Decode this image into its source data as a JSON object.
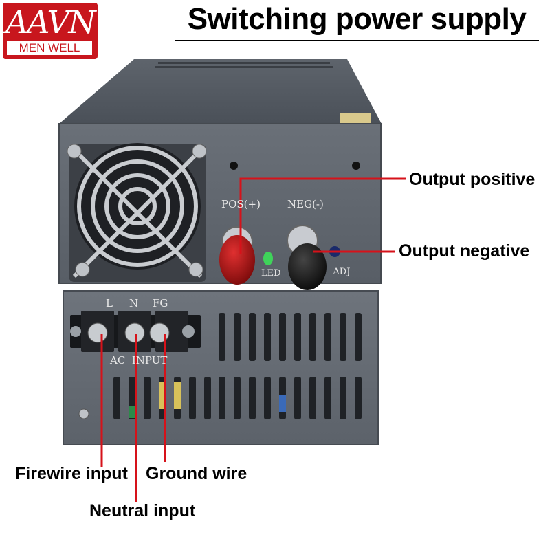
{
  "logo": {
    "mark": "AAVN",
    "subtitle": "MEN WELL"
  },
  "title": "Switching power supply",
  "panel_labels": {
    "pos": "POS(+)",
    "neg": "NEG(-)",
    "led": "LED",
    "adj": "-ADJ",
    "terminal_l": "L",
    "terminal_n": "N",
    "terminal_fg": "FG",
    "ac_input": "AC  INPUT"
  },
  "callouts": {
    "output_positive": "Output positive",
    "output_negative": "Output negative",
    "firewire_input": "Firewire input",
    "ground_wire": "Ground wire",
    "neutral_input": "Neutral input"
  },
  "colors": {
    "accent_red": "#c8161d",
    "leader_line": "#d6121a",
    "body_gray": "#5a6068"
  }
}
